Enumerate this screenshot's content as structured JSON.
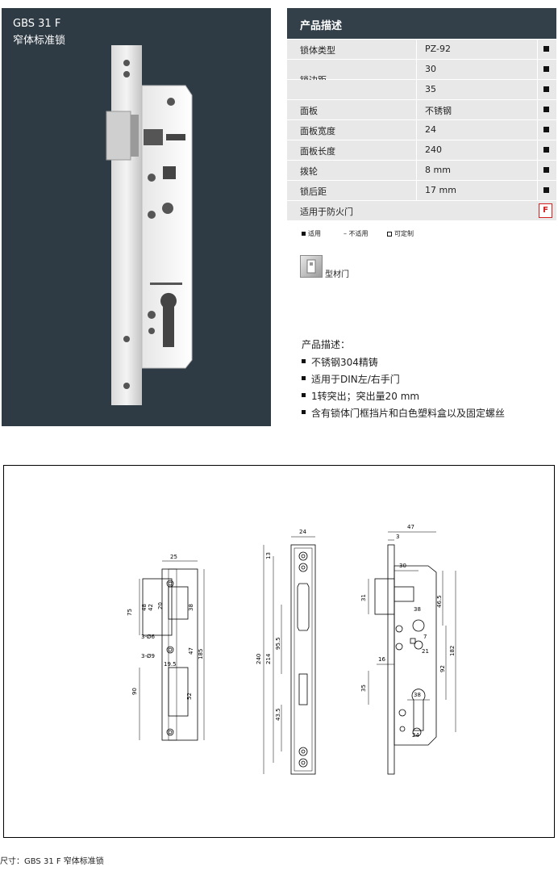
{
  "product": {
    "code": "GBS 31 F",
    "name": "窄体标准锁"
  },
  "spec": {
    "title": "产品描述",
    "rows": [
      {
        "label": "锁体类型",
        "value": "PZ-92",
        "mark": "■"
      },
      {
        "label": "锁边距",
        "value": "30",
        "mark": "■"
      },
      {
        "label": "",
        "value": "35",
        "mark": "■"
      },
      {
        "label": "面板",
        "value": "不锈钢",
        "mark": "■"
      },
      {
        "label": "面板宽度",
        "value": "24",
        "mark": "■"
      },
      {
        "label": "面板长度",
        "value": "240",
        "mark": "■"
      },
      {
        "label": "拨轮",
        "value": "8 mm",
        "mark": "■"
      },
      {
        "label": "锁后距",
        "value": "17 mm",
        "mark": "■"
      },
      {
        "label": "适用于防火门",
        "value": "",
        "mark": "F"
      }
    ],
    "legend": {
      "applicable": "适用",
      "not_applicable": "– 不适用",
      "customizable": "可定制"
    }
  },
  "door_type": {
    "label": "型材门"
  },
  "description": {
    "title": "产品描述：",
    "items": [
      "不锈钢304精铸",
      "适用于DIN左/右手门",
      "1转突出；突出量20 mm",
      "含有锁体门框挡片和白色塑料盒以及固定螺丝"
    ]
  },
  "drawing": {
    "dims": {
      "a25": "25",
      "a75": "75",
      "a48": "48",
      "a42": "42",
      "a20": "20",
      "a38": "38",
      "a3d6": "3-Ø6",
      "a3d9": "3-Ø9",
      "a47": "47",
      "a185": "185",
      "a19_5": "19.5",
      "a90": "90",
      "a52": "52",
      "b24": "24",
      "b13": "13",
      "b240": "240",
      "b214": "214",
      "b95_5": "95.5",
      "b43_5": "43.5",
      "c47": "47",
      "c3": "3",
      "c30": "30",
      "c31": "31",
      "c38": "38",
      "c46_5": "46.5",
      "c7": "7",
      "c21": "21",
      "c92": "92",
      "c182": "182",
      "c16": "16",
      "c35": "35",
      "c38b": "38",
      "c24": "24"
    }
  },
  "caption": "尺寸：GBS 31 F 窄体标准锁"
}
